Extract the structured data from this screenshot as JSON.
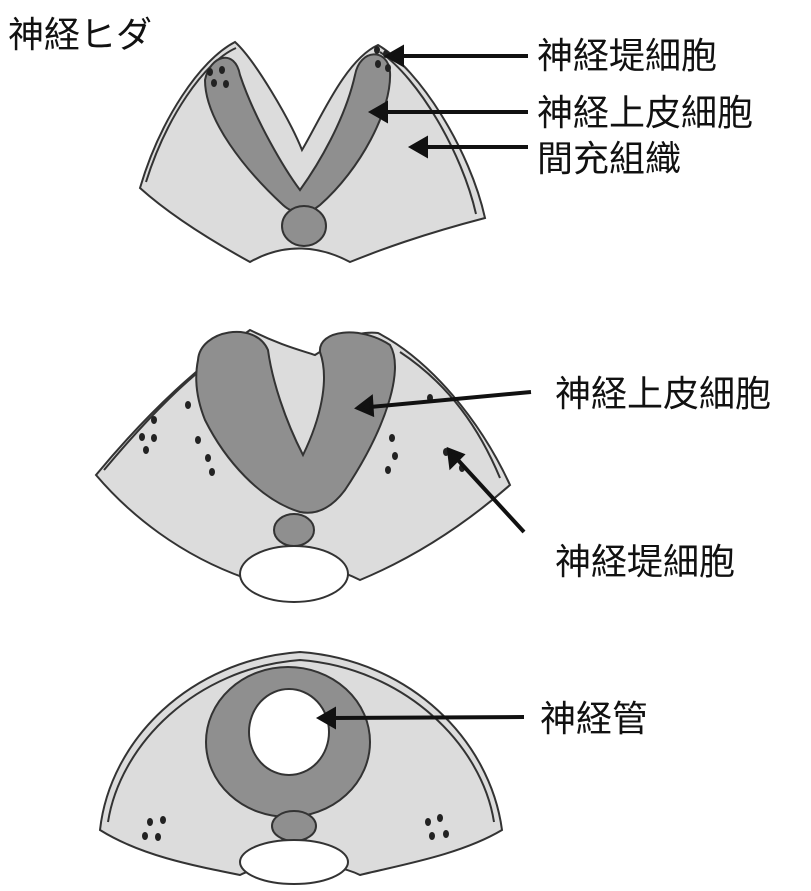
{
  "labels": {
    "neural_fold": "神経ヒダ",
    "stage1_neural_crest": "神経堤細胞",
    "stage1_neuroepithelium": "神経上皮細胞",
    "stage1_mesenchyme": "間充組織",
    "stage2_neuroepithelium": "神経上皮細胞",
    "stage2_neural_crest": "神経堤細胞",
    "stage3_neural_tube": "神経管"
  },
  "colors": {
    "mesenchyme": "#dcdcdc",
    "neuroepithelium": "#8f8f8f",
    "outline": "#333333",
    "cell_dots": "#222222",
    "lumen": "#ffffff"
  }
}
